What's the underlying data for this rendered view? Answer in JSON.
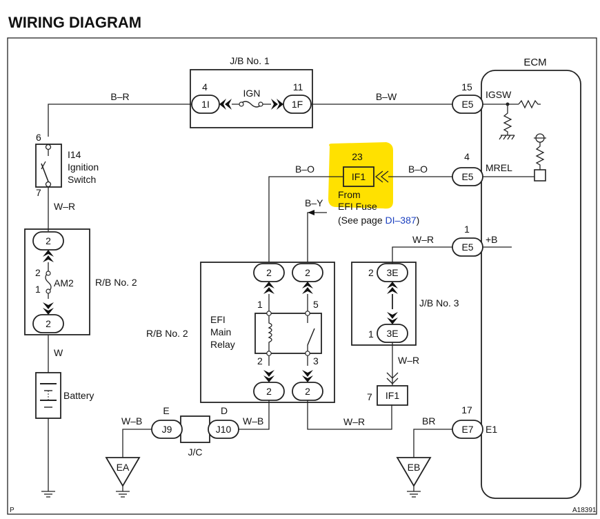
{
  "title": "WIRING DIAGRAM",
  "corner_p": "P",
  "figure_id": "A18391",
  "accent": {
    "highlight": "#ffe100",
    "link": "#1a3fbf"
  },
  "jb1": {
    "name": "J/B No. 1",
    "pin_left_num": "4",
    "pin_left": "1I",
    "pin_right_num": "11",
    "pin_right": "1F",
    "fuse": "IGN"
  },
  "ecm": {
    "name": "ECM",
    "igsw_num": "15",
    "igsw_conn": "E5",
    "igsw": "IGSW",
    "mrel_num": "4",
    "mrel_conn": "E5",
    "mrel": "MREL",
    "b_num": "1",
    "b_conn": "E5",
    "b": "+B",
    "e1_num": "17",
    "e1_conn": "E7",
    "e1": "E1"
  },
  "wires": {
    "br": "B–R",
    "bw": "B–W",
    "bo_left": "B–O",
    "bo_right": "B–O",
    "by": "B–Y",
    "wr_top": "W–R",
    "wr_b": "W–R",
    "wr_jb3": "W–R",
    "wr_bottom": "W–R",
    "w": "W",
    "wb_left": "W–B",
    "wb_right": "W–B",
    "br_e1": "BR"
  },
  "ignition": {
    "top_pin": "6",
    "bottom_pin": "7",
    "id": "I14",
    "line1": "Ignition",
    "line2": "Switch"
  },
  "rb2_left": {
    "name": "R/B No. 2",
    "top": "2",
    "bottom": "2",
    "fuse_top": "2",
    "fuse_bottom": "1",
    "fuse": "AM2"
  },
  "battery": "Battery",
  "efi_fuse": {
    "pin_num": "23",
    "pin": "IF1",
    "line1": "From",
    "line2": "EFI Fuse",
    "see_pre": "(See page ",
    "see_link": "DI–387",
    "see_post": ")"
  },
  "relay": {
    "rb_label": "R/B No. 2",
    "line1": "EFI",
    "line2": "Main",
    "line3": "Relay",
    "top_left": "2",
    "top_right": "2",
    "bottom_left": "2",
    "bottom_right": "2",
    "pin1": "1",
    "pin2": "2",
    "pin3": "3",
    "pin5": "5"
  },
  "jb3": {
    "name": "J/B No. 3",
    "top_num": "2",
    "top": "3E",
    "bottom_num": "1",
    "bottom": "3E"
  },
  "if1_bottom": {
    "num": "7",
    "pin": "IF1"
  },
  "jc": {
    "name": "J/C",
    "left": "J9",
    "right": "J10",
    "left_letter": "E",
    "right_letter": "D"
  },
  "grounds": {
    "ea": "EA",
    "eb": "EB"
  }
}
